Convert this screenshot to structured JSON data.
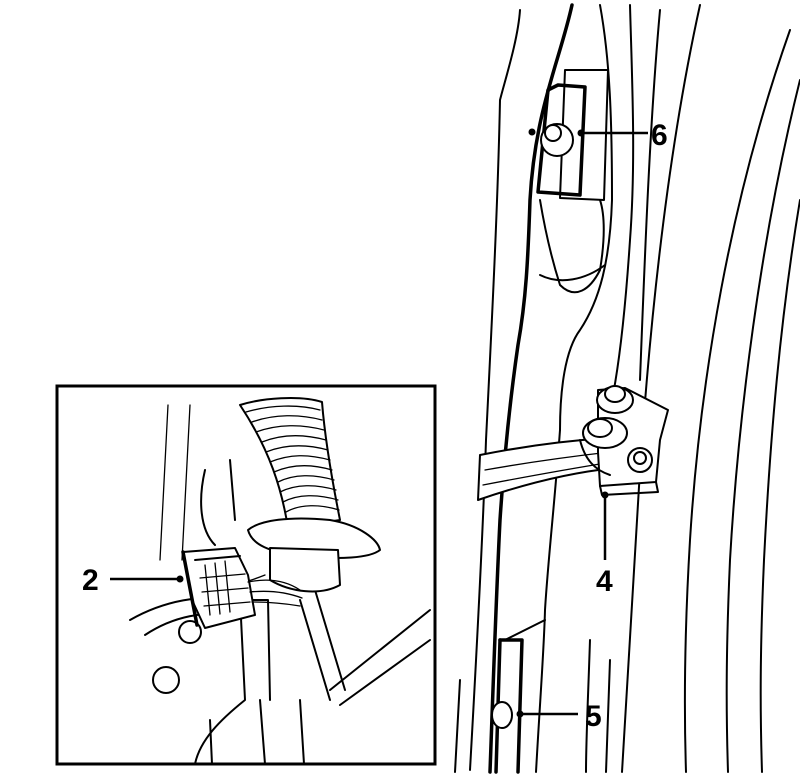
{
  "callouts": {
    "c2": "2",
    "c4": "4",
    "c5": "5",
    "c6": "6"
  },
  "colors": {
    "ink": "#000000",
    "paper": "#ffffff"
  }
}
